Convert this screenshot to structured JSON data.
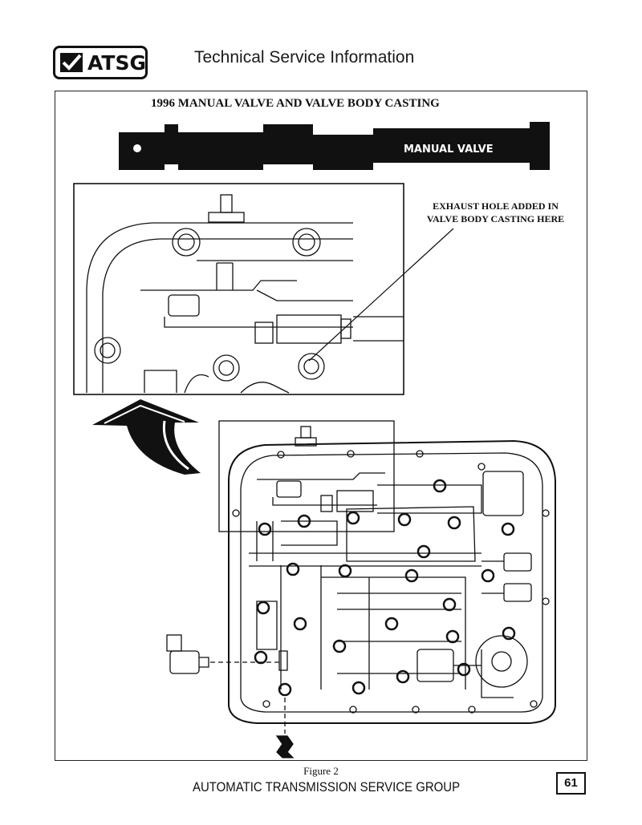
{
  "header": {
    "logo_text": "ATSG",
    "title": "Technical Service Information"
  },
  "figure": {
    "title": "1996 MANUAL VALVE AND VALVE BODY CASTING",
    "part_label": "MANUAL VALVE",
    "callout_line1": "EXHAUST HOLE ADDED IN",
    "callout_line2": "VALVE BODY CASTING HERE",
    "caption": "Figure 2"
  },
  "footer": {
    "company": "AUTOMATIC TRANSMISSION SERVICE GROUP",
    "page_number": "61"
  },
  "colors": {
    "ink": "#111111",
    "paper": "#ffffff"
  }
}
